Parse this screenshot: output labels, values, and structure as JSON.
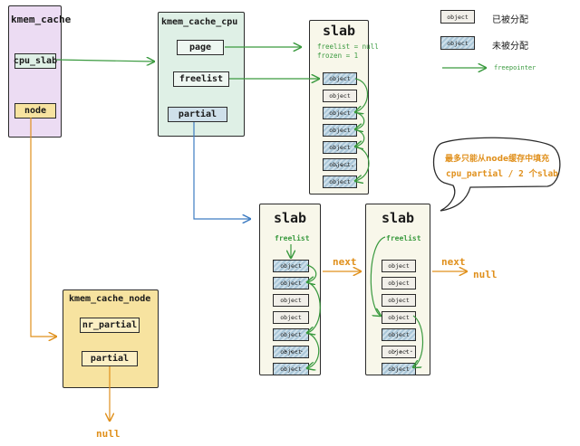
{
  "kmem_cache": {
    "title": "kmem_cache",
    "cpu_slab": "cpu_slab",
    "node": "node"
  },
  "kmem_cache_cpu": {
    "title": "kmem_cache_cpu",
    "page": "page",
    "freelist": "freelist",
    "partial": "partial"
  },
  "kmem_cache_node": {
    "title": "kmem_cache_node",
    "nr_partial": "nr_partial",
    "partial": "partial",
    "null_label": "null"
  },
  "cpu_slab_detail": {
    "title": "slab",
    "freelist_line": "freelist = null",
    "frozen_line": "frozen = 1",
    "object_label": "object",
    "dots": "....",
    "objects": [
      "free",
      "alloc",
      "free",
      "free",
      "free",
      "free"
    ],
    "last_object": "free"
  },
  "partial_slab_1": {
    "title": "slab",
    "freelist_label": "freelist",
    "next_label": "next",
    "object_label": "object",
    "dots": "....",
    "objects": [
      "free",
      "free",
      "alloc",
      "alloc",
      "free",
      "free"
    ],
    "last_object": "free"
  },
  "partial_slab_2": {
    "title": "slab",
    "freelist_label": "freelist",
    "next_label": "next",
    "null_label": "null",
    "object_label": "object",
    "dots": "....",
    "objects": [
      "alloc",
      "alloc",
      "alloc",
      "alloc",
      "free",
      "alloc"
    ],
    "last_object": "free"
  },
  "speech_bubble": {
    "line1": "最多只能从node缓存中填充",
    "line2": "cpu_partial / 2 个slab"
  },
  "legend": {
    "allocated_label": "已被分配",
    "free_label": "未被分配",
    "pointer_label": "freepointer",
    "object_label": "object"
  },
  "colors": {
    "kmem_cache_bg": "#ecdcf3",
    "kmem_cache_cpu_bg": "#dff0e6",
    "kmem_cache_node_bg": "#f7e3a0",
    "slab_bg": "#f8f7ea",
    "green_arrow": "#3a9a3f",
    "blue_arrow": "#3d7cc2",
    "orange_arrow": "#e0901c"
  }
}
